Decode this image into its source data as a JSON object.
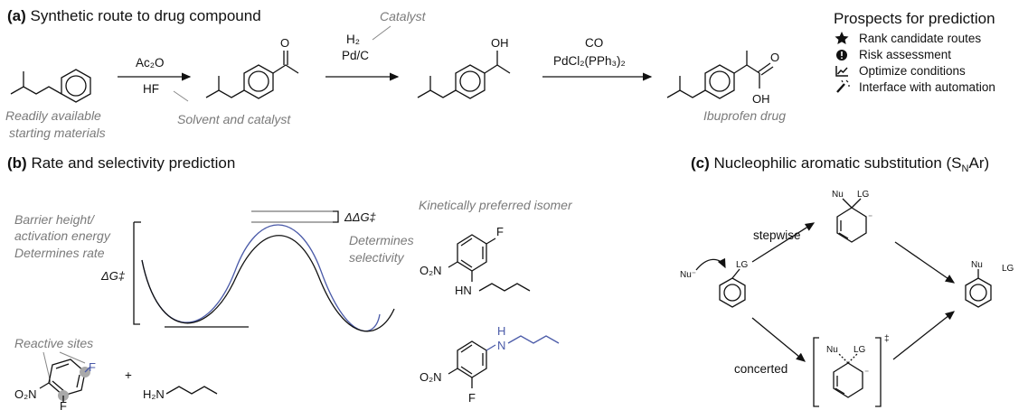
{
  "panel_a": {
    "letter": "(a)",
    "title": "Synthetic route to drug compound",
    "reagent1_top": "Ac₂O",
    "reagent1_bottom": "HF",
    "reagent2_top": "H₂",
    "reagent2_bottom": "Pd/C",
    "catalyst_note": "Catalyst",
    "reagent3_top": "CO",
    "reagent3_bottom": "PdCl₂(PPh₃)₂",
    "starting_note_1": "Readily available",
    "starting_note_2": "starting materials",
    "solvent_note": "Solvent and catalyst",
    "product_note": "Ibuprofen drug",
    "atom_o": "O",
    "atom_oh": "OH"
  },
  "prospects": {
    "title": "Prospects for prediction",
    "items": [
      {
        "icon": "star-icon",
        "label": "Rank candidate routes"
      },
      {
        "icon": "exclamation-icon",
        "label": "Risk assessment"
      },
      {
        "icon": "chart-icon",
        "label": "Optimize conditions"
      },
      {
        "icon": "magic-wand-icon",
        "label": "Interface with automation"
      }
    ]
  },
  "panel_b": {
    "letter": "(b)",
    "title": "Rate and selectivity prediction",
    "barrier_1": "Barrier height/",
    "barrier_2": "activation energy",
    "barrier_3": "Determines rate",
    "dg": "ΔG‡",
    "ddg": "ΔΔG‡",
    "sel_1": "Determines",
    "sel_2": "selectivity",
    "reactive_sites": "Reactive sites",
    "isomer_note": "Kinetically preferred isomer",
    "plus": "+",
    "atom_f": "F",
    "atom_o2n": "O₂N",
    "atom_h2n": "H₂N",
    "atom_hn": "HN",
    "atom_h": "H",
    "atom_n": "N",
    "colors": {
      "blue": "#4a5aa8",
      "black": "#111111",
      "site": "#a9a9a9"
    }
  },
  "panel_c": {
    "letter": "(c)",
    "title_main": "Nucleophilic aromatic substitution (S",
    "title_sub": "N",
    "title_end": "Ar)",
    "nu_minus": "Nu⁻",
    "lg": "LG",
    "nu": "Nu",
    "minus": "⁻",
    "stepwise": "stepwise",
    "concerted": "concerted",
    "ts": "‡"
  }
}
